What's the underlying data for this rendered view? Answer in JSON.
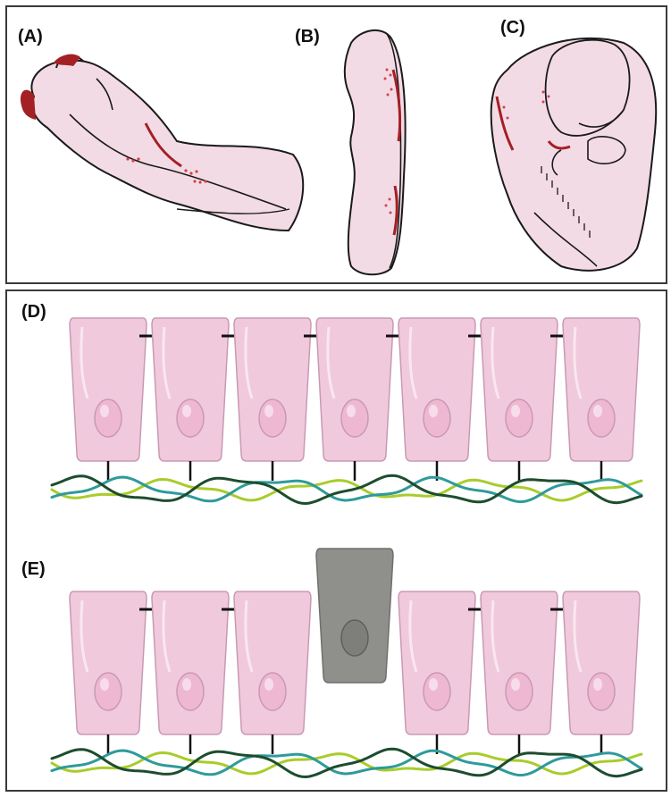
{
  "figure": {
    "panels": [
      {
        "id": "A",
        "label": "(A)"
      },
      {
        "id": "B",
        "label": "(B)"
      },
      {
        "id": "C",
        "label": "(C)"
      },
      {
        "id": "D",
        "label": "(D)"
      },
      {
        "id": "E",
        "label": "(E)"
      }
    ],
    "colors": {
      "cell_fill": "#f1c9dc",
      "cell_stroke": "#c89ab4",
      "nucleus_fill": "#efb8d2",
      "dead_cell_fill": "#8f8f8b",
      "embryo_fill": "#f3dbe6",
      "red_spot": "#a32024",
      "fiber_light_green": "#a9cc2b",
      "fiber_teal": "#2f9a9a",
      "fiber_dark_green": "#1d4d2e"
    },
    "rows": {
      "D": {
        "cells": 7,
        "removed_cell_index": null
      },
      "E": {
        "cells": 7,
        "removed_cell_index": 3
      }
    }
  }
}
